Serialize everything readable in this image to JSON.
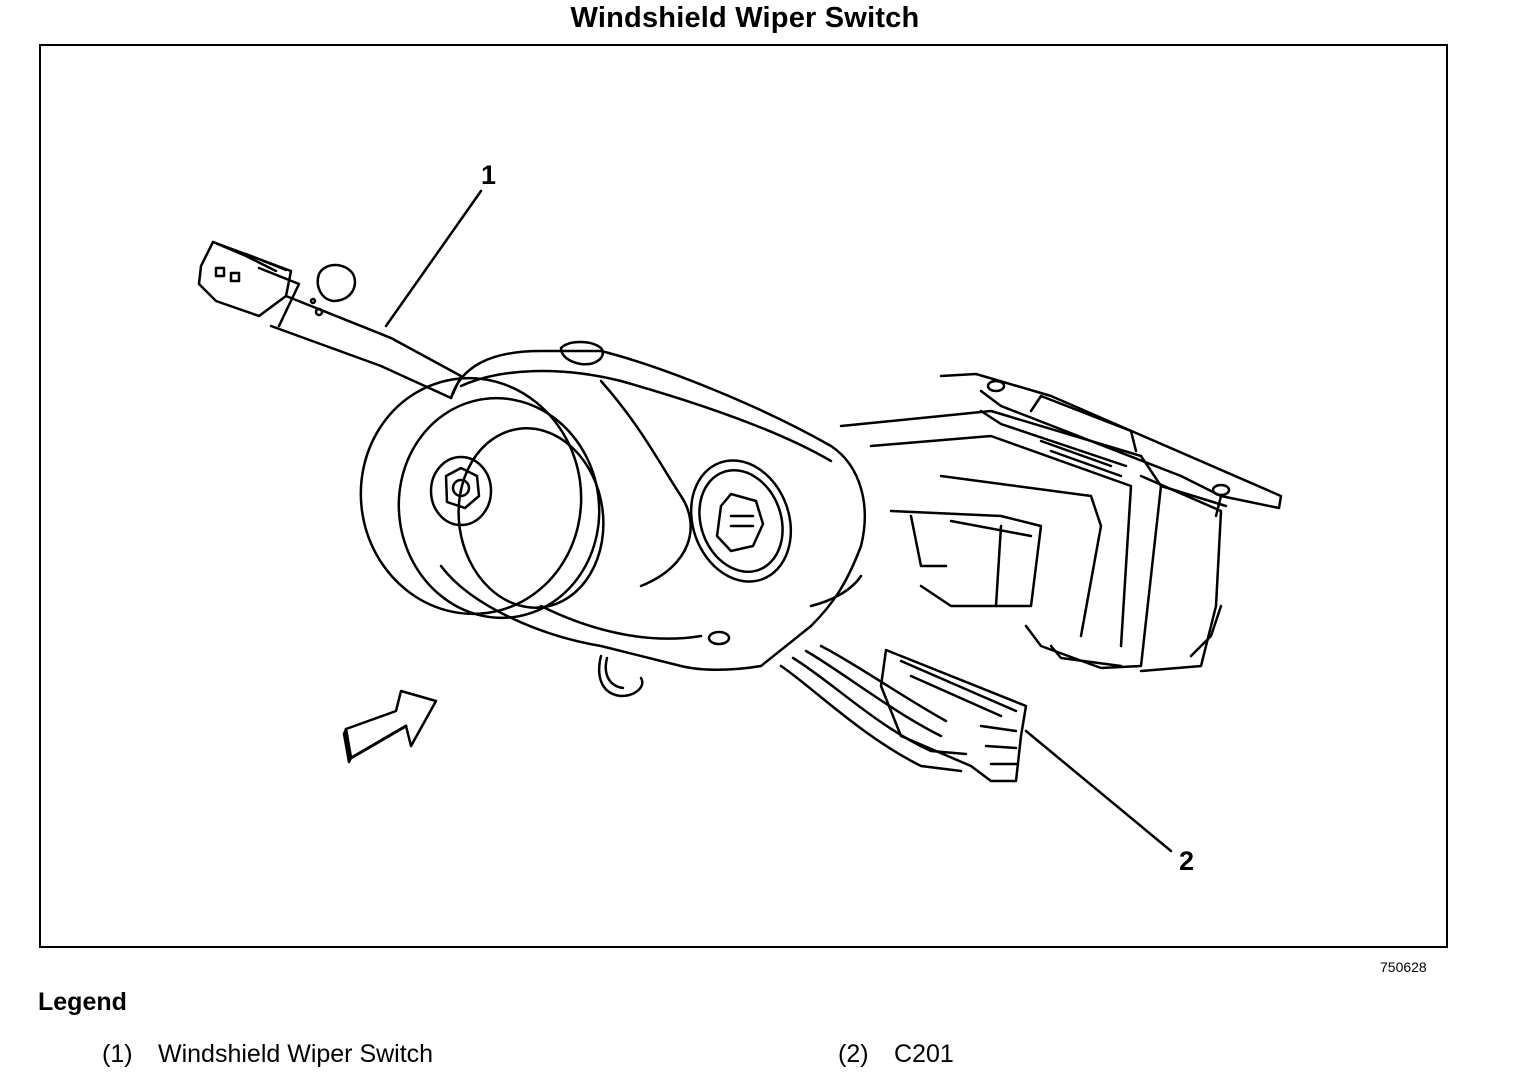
{
  "title": "Windshield Wiper Switch",
  "figure_id": "750628",
  "callouts": [
    "1",
    "2"
  ],
  "legend": {
    "heading": "Legend",
    "items": [
      {
        "number": "(1)",
        "label": "Windshield Wiper Switch"
      },
      {
        "number": "(2)",
        "label": "C201"
      }
    ]
  }
}
